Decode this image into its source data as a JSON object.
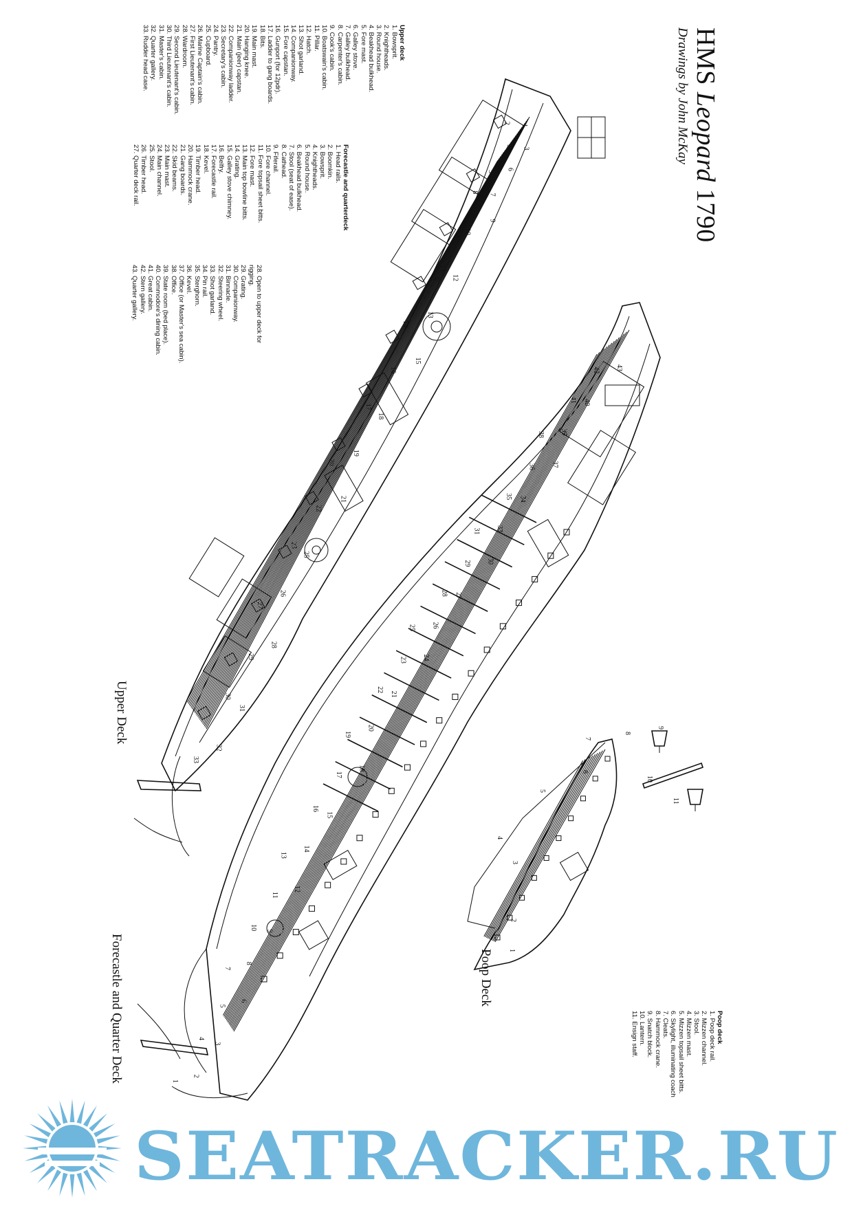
{
  "title": {
    "prefix": "HMS",
    "name": "Leopard",
    "year": "1790",
    "subtitle": "Drawings by John McKay"
  },
  "deck_labels": {
    "upper": "Upper Deck",
    "forecastle": "Forecastle and Quarter Deck",
    "poop": "Poop Deck"
  },
  "legends": {
    "upper": {
      "heading": "Upper deck",
      "items": [
        "1. Bowsprit.",
        "2. Knightheads.",
        "3. Round house.",
        "4. Beakhead bulkhead.",
        "5. Fore mast.",
        "6. Galley stove.",
        "7. Galley bulkhead.",
        "8. Carpenter's cabin.",
        "9. Cook's cabin.",
        "10. Boatswain's cabin.",
        "11. Pillar.",
        "12. Hatch.",
        "13. Shot garland.",
        "14. Companionway.",
        "15. Fore capstan.",
        "16. Gunport (for 12pdr).",
        "17. Ladder to gang boards.",
        "18. Bits.",
        "19. Main mast.",
        "20. Hanging knee.",
        "21. Main (jeer) capstan.",
        "22. Companionway ladder.",
        "23. Secretary's cabin.",
        "24. Pantry.",
        "25. Cupboard.",
        "26. Marine Captain's cabin.",
        "27. First Lieutenant's cabin.",
        "28. Wardroom.",
        "29. Second Lieutenant's cabin.",
        "30. Third Lieutenant's cabin.",
        "31. Master's cabin.",
        "32. Quarter gallery.",
        "33. Rudder head case."
      ]
    },
    "forecastle": {
      "heading": "Forecastle and quarterdeck",
      "items": [
        "1. Head rails.",
        "2. Boomkin.",
        "3. Bowsprit.",
        "4. Knightheads.",
        "5. Round house.",
        "6. Beakhead bulkhead.",
        "7. Stool (seat of ease).",
        "8. Cathead.",
        "9. Fiferail.",
        "10. Fore channel.",
        "11. Fore topsail sheet bitts.",
        "12. Fore mast.",
        "13. Main top bowline bitts.",
        "14. Grating.",
        "15. Galley stove chimney.",
        "16. Belfry.",
        "17. Forecastle rail.",
        "18. Kevel.",
        "19. Timber head.",
        "20. Hammock crane.",
        "21. Gang boards.",
        "22. Skid beams.",
        "23. Main mast.",
        "24. Main channel.",
        "25. Stool.",
        "26. Timber head.",
        "27. Quarter deck rail."
      ]
    },
    "quarter": {
      "items": [
        "28. Open to upper deck for",
        "rigging.",
        "29. Grating.",
        "30. Companionway.",
        "31. Binnacle.",
        "32. Steering wheel.",
        "33. Shot garland.",
        "34. Pin rail.",
        "35. Sterghorn.",
        "36. Kevel.",
        "37. Office (or Master's sea cabin).",
        "38. Office.",
        "39. State room (bed place).",
        "40. Commodore's dining cabin.",
        "41. Great cabin.",
        "42. Stern gallery.",
        "43. Quarter gallery."
      ]
    },
    "poop": {
      "heading": "Poop deck",
      "items": [
        "1. Poop deck rail.",
        "2. Mizzen channel.",
        "3. Stool.",
        "4. Mizzen mast.",
        "5. Mizzen topsail sheet bitts.",
        "6. Skylight, illuminating coach",
        "7. Cleats.",
        "8. Hammock crane.",
        "9. Snatch block.",
        "10. Lantern.",
        "11. Ensign staff."
      ]
    }
  },
  "callouts": {
    "upper": [
      "1",
      "2",
      "3",
      "4",
      "5",
      "6",
      "7",
      "8",
      "9",
      "10",
      "11",
      "12",
      "13",
      "14",
      "15",
      "16",
      "17",
      "18",
      "19",
      "20",
      "21",
      "22",
      "23",
      "25",
      "26",
      "27",
      "28",
      "29",
      "30",
      "31",
      "32",
      "33"
    ],
    "forecastle": [
      "1",
      "2",
      "3",
      "4",
      "5",
      "6",
      "7",
      "8",
      "9",
      "10",
      "11",
      "12",
      "13",
      "14",
      "15",
      "16",
      "17",
      "18",
      "19",
      "20",
      "21",
      "22",
      "23",
      "24",
      "25",
      "26",
      "27",
      "28",
      "29",
      "30",
      "31",
      "33",
      "34",
      "35",
      "36",
      "37",
      "38",
      "39",
      "40",
      "41",
      "42",
      "43"
    ],
    "poop": [
      "1",
      "2",
      "3",
      "4",
      "5",
      "6",
      "7",
      "8",
      "9",
      "10",
      "11"
    ]
  },
  "watermark": {
    "text": "SEATRACKER.RU",
    "color": "#6fb6dc"
  }
}
